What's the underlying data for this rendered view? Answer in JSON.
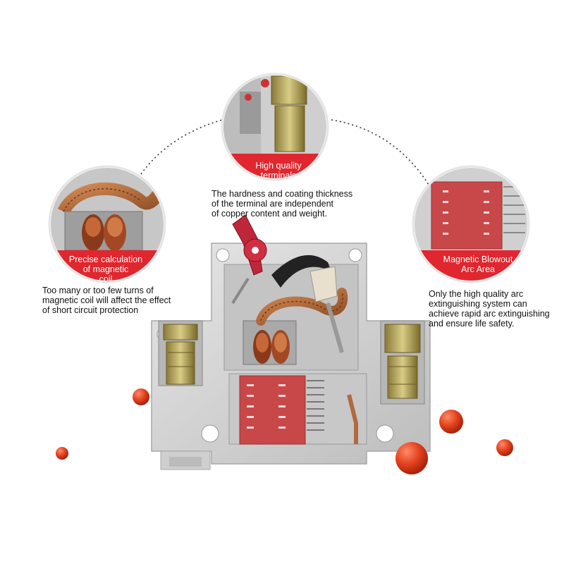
{
  "callouts": {
    "terminals": {
      "label": "High quality\nterminals",
      "description": "The hardness and coating thickness\nof the terminal are independent\nof copper content and weight."
    },
    "coil": {
      "label": "Precise calculation\nof magnetic\ncoil",
      "description": "Too many or too few turns of\nmagnetic coil will affect the effect\nof short circuit protection"
    },
    "arc": {
      "label": "Magnetic Blowout\nArc Area",
      "description": "Only the high quality arc\nextinguishing system can\nachieve rapid arc extinguishing\nand ensure life safety."
    }
  },
  "colors": {
    "accent_red": "#e0262e",
    "housing_gray": "#d4d4d4",
    "arc_red": "#c8484a",
    "copper": "#b06a3c",
    "ball_red": "#e3421e"
  }
}
